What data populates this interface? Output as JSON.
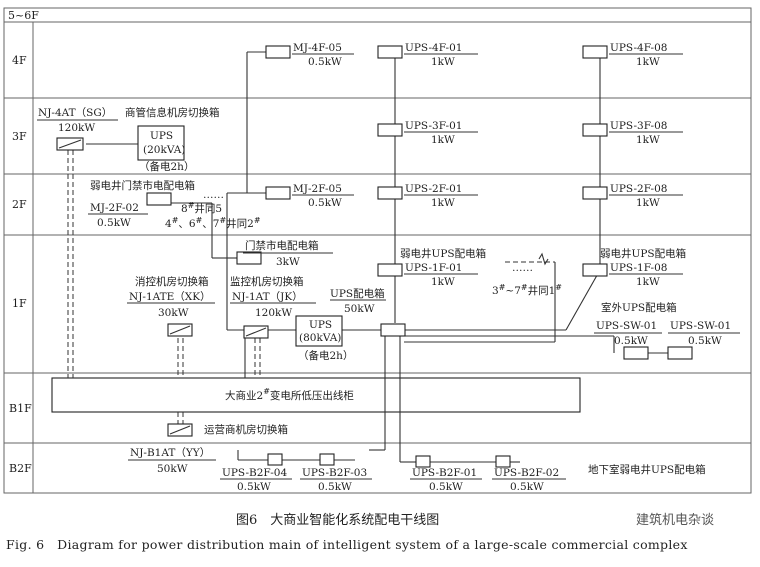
{
  "floors": {
    "top": "5~6F",
    "f4": "4F",
    "f3": "3F",
    "f2": "2F",
    "f1": "1F",
    "b1": "B1F",
    "b2": "B2F"
  },
  "nodes": {
    "mj_4f_05": {
      "name": "MJ-4F-05",
      "kw": "0.5kW"
    },
    "ups_4f_01": {
      "name": "UPS-4F-01",
      "kw": "1kW"
    },
    "ups_4f_08": {
      "name": "UPS-4F-08",
      "kw": "1kW"
    },
    "nj_4at": {
      "name": "NJ-4AT（SG）",
      "kw": "120kW"
    },
    "ups_3f_01": {
      "name": "UPS-3F-01",
      "kw": "1kW"
    },
    "ups_3f_08": {
      "name": "UPS-3F-08",
      "kw": "1kW"
    },
    "mj_2f_05": {
      "name": "MJ-2F-05",
      "kw": "0.5kW"
    },
    "mj_2f_02": {
      "name": "MJ-2F-02",
      "kw": "0.5kW"
    },
    "ups_2f_01": {
      "name": "UPS-2F-01",
      "kw": "1kW"
    },
    "ups_2f_08": {
      "name": "UPS-2F-08",
      "kw": "1kW"
    },
    "ups_1f_01": {
      "name": "UPS-1F-01",
      "kw": "1kW"
    },
    "ups_1f_08": {
      "name": "UPS-1F-08",
      "kw": "1kW"
    },
    "ups_sw_01": {
      "name": "UPS-SW-01",
      "kw": "0.5kW"
    },
    "ups_sw_02": {
      "name": "UPS-SW-01",
      "kw": "0.5kW"
    },
    "nj_1ate": {
      "name": "NJ-1ATE（XK）",
      "kw": "30kW"
    },
    "nj_1at": {
      "name": "NJ-1AT（JK）",
      "kw": "120kW"
    },
    "nj_b1at": {
      "name": "NJ-B1AT（YY）",
      "kw": "50kW"
    },
    "ups_b2f_04": {
      "name": "UPS-B2F-04",
      "kw": "0.5kW"
    },
    "ups_b2f_03": {
      "name": "UPS-B2F-03",
      "kw": "0.5kW"
    },
    "ups_b2f_01": {
      "name": "UPS-B2F-01",
      "kw": "0.5kW"
    },
    "ups_b2f_02": {
      "name": "UPS-B2F-02",
      "kw": "0.5kW"
    }
  },
  "labels": {
    "commercial_info_room": "商管信息机房切换箱",
    "ups_20": {
      "title": "UPS",
      "spec": "(20kVA)",
      "note": "（备电2h）"
    },
    "weak_well_access": "弱电井门禁市电配电箱",
    "dots": "……",
    "shaft_5": "8",
    "shaft_5_sup": "#",
    "shaft_5_tail": "井同5",
    "shaft_2": "4",
    "shaft_2_mid1": "、6",
    "shaft_2_mid2": "、7",
    "shaft_2_tail": "井同2",
    "access_panel": {
      "name": "门禁市电配电箱",
      "kw": "3kW"
    },
    "weak_ups_left": "弱电井UPS配电箱",
    "weak_ups_right": "弱电井UPS配电箱",
    "shaft_1": "3",
    "shaft_1_mid": "~7",
    "shaft_1_tail": "井同1",
    "fire_room": "消控机房切换箱",
    "monitor_room": "监控机房切换箱",
    "ups_panel": {
      "name": "UPS配电箱",
      "kw": "50kW"
    },
    "ups_80": {
      "title": "UPS",
      "spec": "(80kVA)",
      "note": "（备电2h）"
    },
    "outdoor_ups": "室外UPS配电箱",
    "substation": "大商业2",
    "substation_tail": "变电所低压出线柜",
    "operator_room": "运营商机房切换箱",
    "basement_ups": "地下室弱电井UPS配电箱"
  },
  "caption": {
    "zh": "图6　大商业智能化系统配电干线图",
    "en": "Fig. 6　Diagram for power distribution main of intelligent system of a large-scale commercial complex"
  },
  "watermark": "建筑机电杂谈"
}
